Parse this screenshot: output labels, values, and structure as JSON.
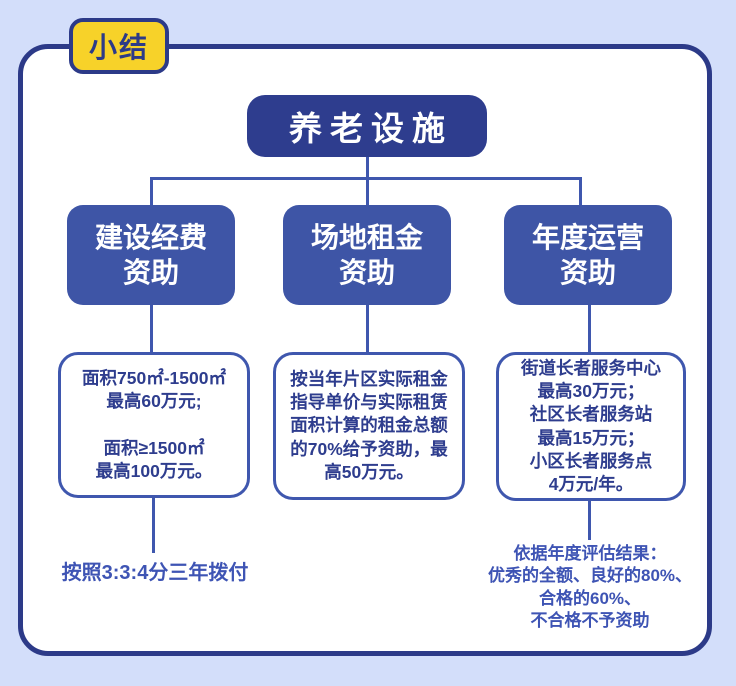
{
  "badge": {
    "label": "小结"
  },
  "title": "养老设施",
  "branches": [
    {
      "label": "建设经费\n资助",
      "detail": "面积750㎡-1500㎡\n最高60万元;\n\n面积≥1500㎡\n最高100万元。",
      "note": "按照3:3:4分三年拨付"
    },
    {
      "label": "场地租金\n资助",
      "detail": "按当年片区实际租金\n指导单价与实际租赁\n面积计算的租金总额\n的70%给予资助，最\n高50万元。",
      "note": ""
    },
    {
      "label": "年度运营\n资助",
      "detail": "街道长者服务中心\n最高30万元；\n社区长者服务站\n最高15万元；\n小区长者服务点\n4万元/年。",
      "note": "依据年度评估结果：\n优秀的全额、良好的80%、\n合格的60%、\n不合格不予资助"
    }
  ],
  "colors": {
    "page_background": "#d3defa",
    "panel_background": "#ffffff",
    "panel_border": "#2c3a88",
    "badge_background": "#f7d229",
    "title_background": "#2e3d8e",
    "branch_background": "#3e55a6",
    "connector_line": "#3f57ae",
    "detail_text": "#2e3d8e",
    "note_text": "#3e54b4"
  }
}
